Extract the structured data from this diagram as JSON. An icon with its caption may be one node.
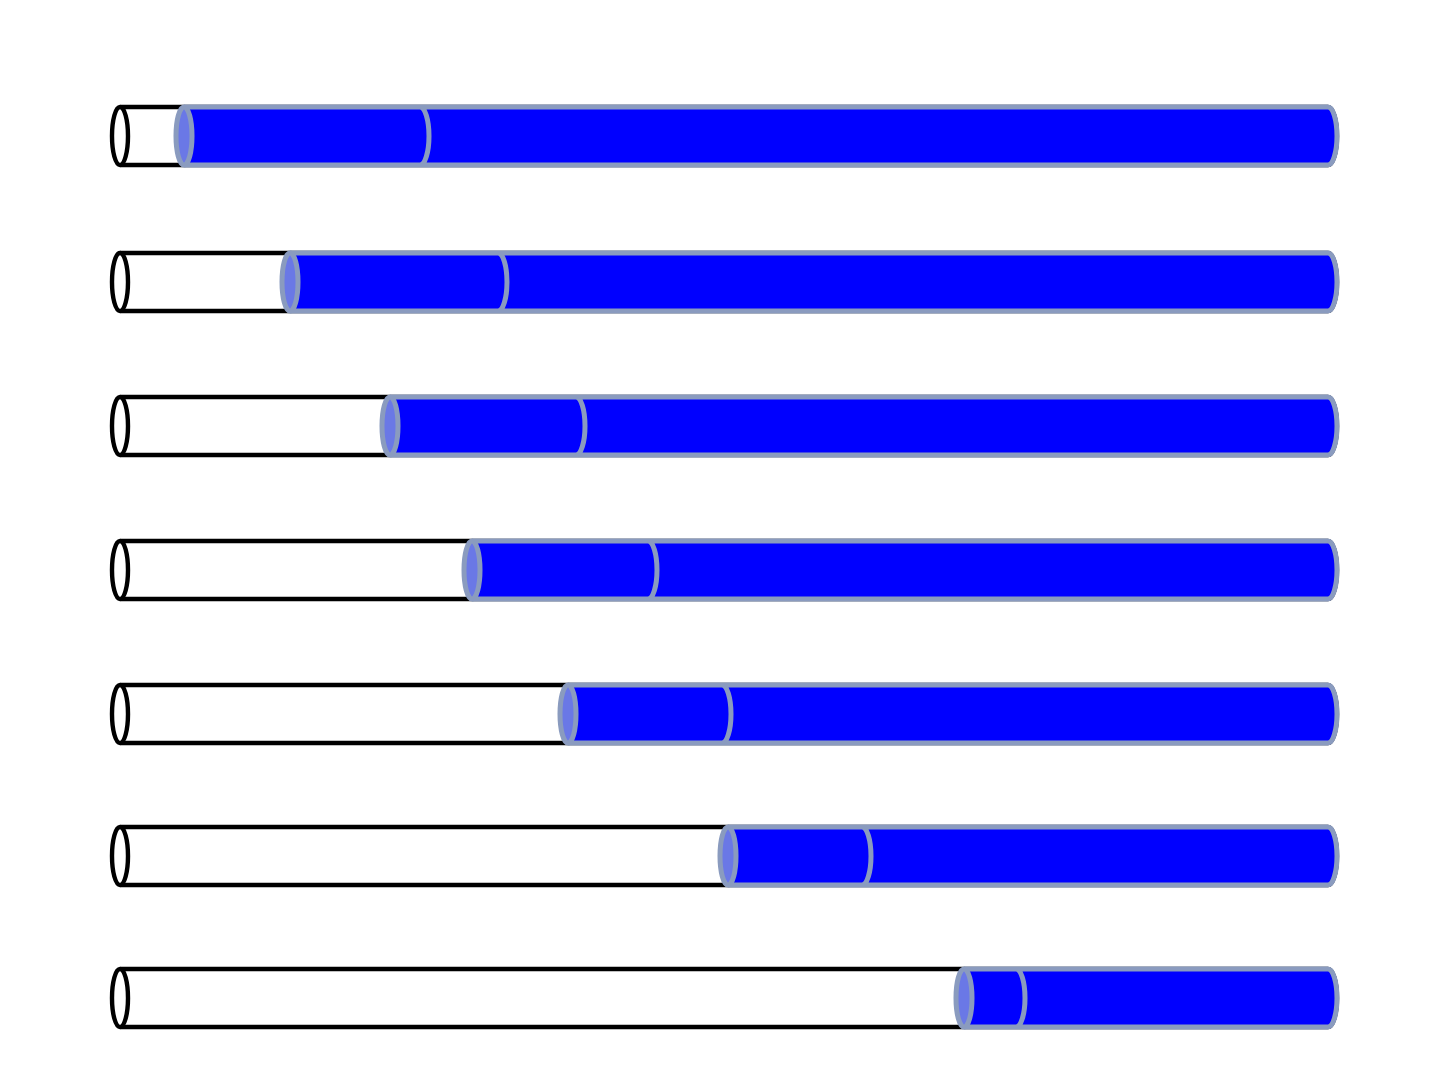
{
  "diagram": {
    "nodes": [
      {
        "text": [],
        "shape": "cylinder"
      },
      {
        "text": [],
        "shape": "cylinder",
        "in": 0
      },
      {
        "text": [],
        "shape": "cylinder",
        "in": 0
      },
      {
        "text": [],
        "shape": "cylinder"
      },
      {
        "text": [],
        "shape": "cylinder",
        "in": 3
      },
      {
        "text": [],
        "shape": "cylinder",
        "in": 3
      },
      {
        "text": [],
        "shape": "cylinder"
      },
      {
        "text": [],
        "shape": "cylinder",
        "in": 6
      },
      {
        "text": [],
        "shape": "cylinder",
        "in": 6
      },
      {
        "text": [],
        "shape": "cylinder"
      },
      {
        "text": [],
        "shape": "cylinder",
        "in": 9
      },
      {
        "text": [],
        "shape": "cylinder",
        "in": 9
      },
      {
        "text": [],
        "shape": "cylinder"
      },
      {
        "text": [],
        "shape": "cylinder",
        "in": 12
      },
      {
        "text": [],
        "shape": "cylinder",
        "in": 12
      },
      {
        "text": [],
        "shape": "cylinder"
      },
      {
        "text": [],
        "shape": "cylinder",
        "in": 15
      },
      {
        "text": [],
        "shape": "cylinder",
        "in": 15
      },
      {
        "text": [],
        "shape": "cylinder"
      },
      {
        "text": [],
        "shape": "cylinder",
        "in": 18
      },
      {
        "text": [],
        "shape": "cylinder",
        "in": 18
      }
    ]
  }
}
